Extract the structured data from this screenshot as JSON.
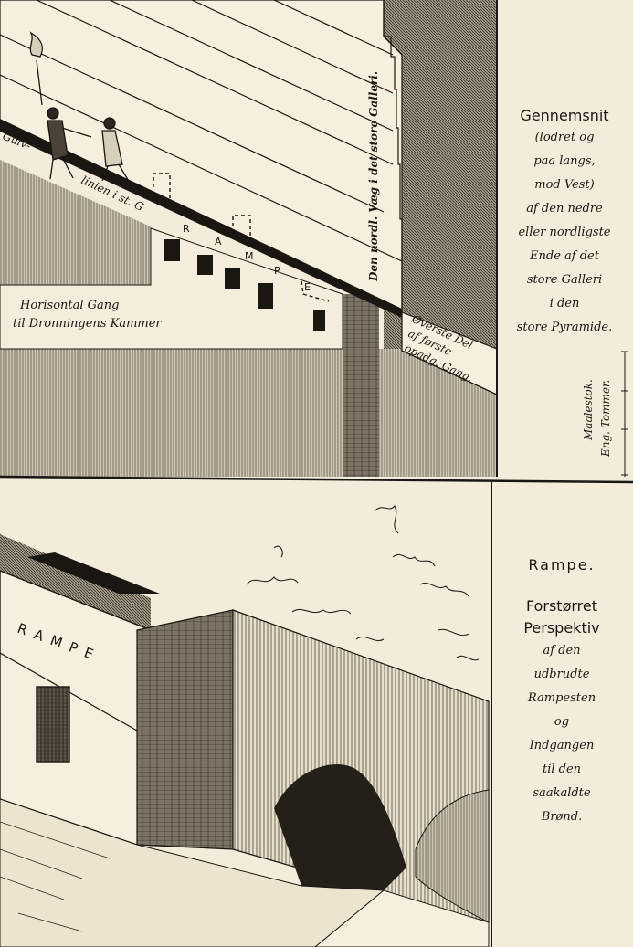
{
  "top": {
    "caption": {
      "heading": "Gennemsnit",
      "lines": [
        "(lodret og",
        "paa langs,",
        "mod Vest)",
        "af den nedre",
        "eller nordligste",
        "Ende af det",
        "store Galleri",
        "i den",
        "store Pyramide."
      ]
    },
    "scale_label": [
      "Maalestok.",
      "Eng. Tommer."
    ],
    "labels": {
      "gulv_line": "Gulv-",
      "linien": "linien i st. G",
      "rampe_letters": [
        "R",
        "A",
        "M",
        "P",
        "E"
      ],
      "wall": "Den nordl. Væg i det store Galleri.",
      "horizontal_1": "Horisontal Gang",
      "horizontal_2": "til Dronningens Kammer",
      "upper_1": "Øverste Del",
      "upper_2": "af første",
      "upper_3": "opadg. Gang."
    }
  },
  "bottom": {
    "caption": {
      "heading_1": "Rampe.",
      "heading_2": "Forstørret",
      "heading_3": "Perspektiv",
      "lines": [
        "af den",
        "udbrudte",
        "Rampesten",
        "og",
        "Indgangen",
        "til den",
        "saakaldte",
        "Brønd."
      ]
    },
    "rampe_label": "R A M P E"
  }
}
